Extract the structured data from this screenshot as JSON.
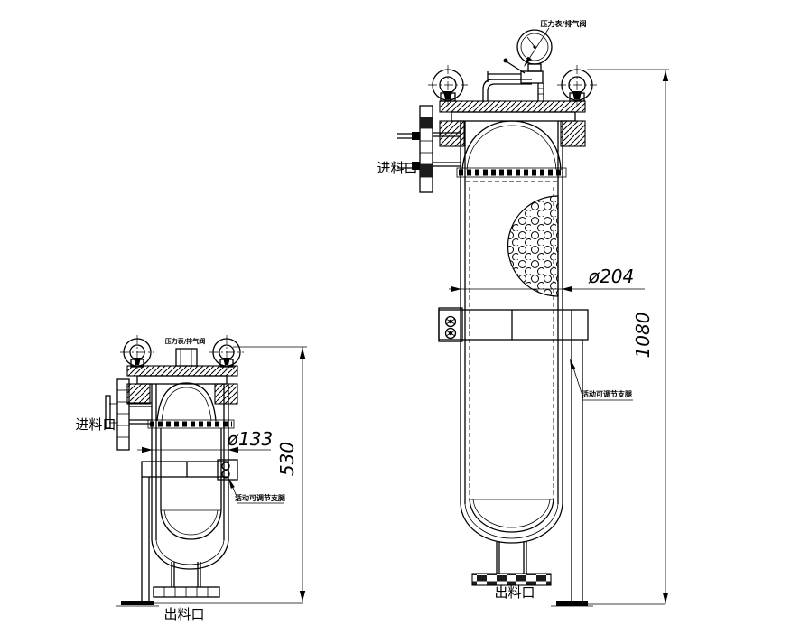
{
  "drawing": {
    "background": "#ffffff",
    "line_color": "#000000",
    "labels": {
      "gauge_valve": "压力表/排气阀",
      "inlet": "进料口",
      "outlet": "出料口",
      "adjustable_leg": "活动可调节支腿"
    },
    "large_vessel": {
      "diameter_label": "ø204",
      "height_label": "1080"
    },
    "small_vessel": {
      "diameter_label": "ø133",
      "height_label": "530"
    }
  }
}
